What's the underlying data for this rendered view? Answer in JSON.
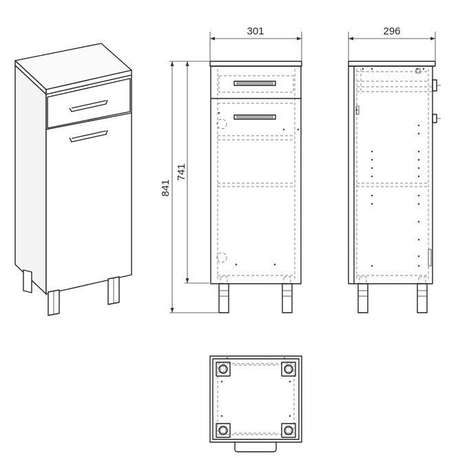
{
  "dimensions": {
    "width": "301",
    "depth": "296",
    "total_height": "841",
    "body_height": "741"
  }
}
